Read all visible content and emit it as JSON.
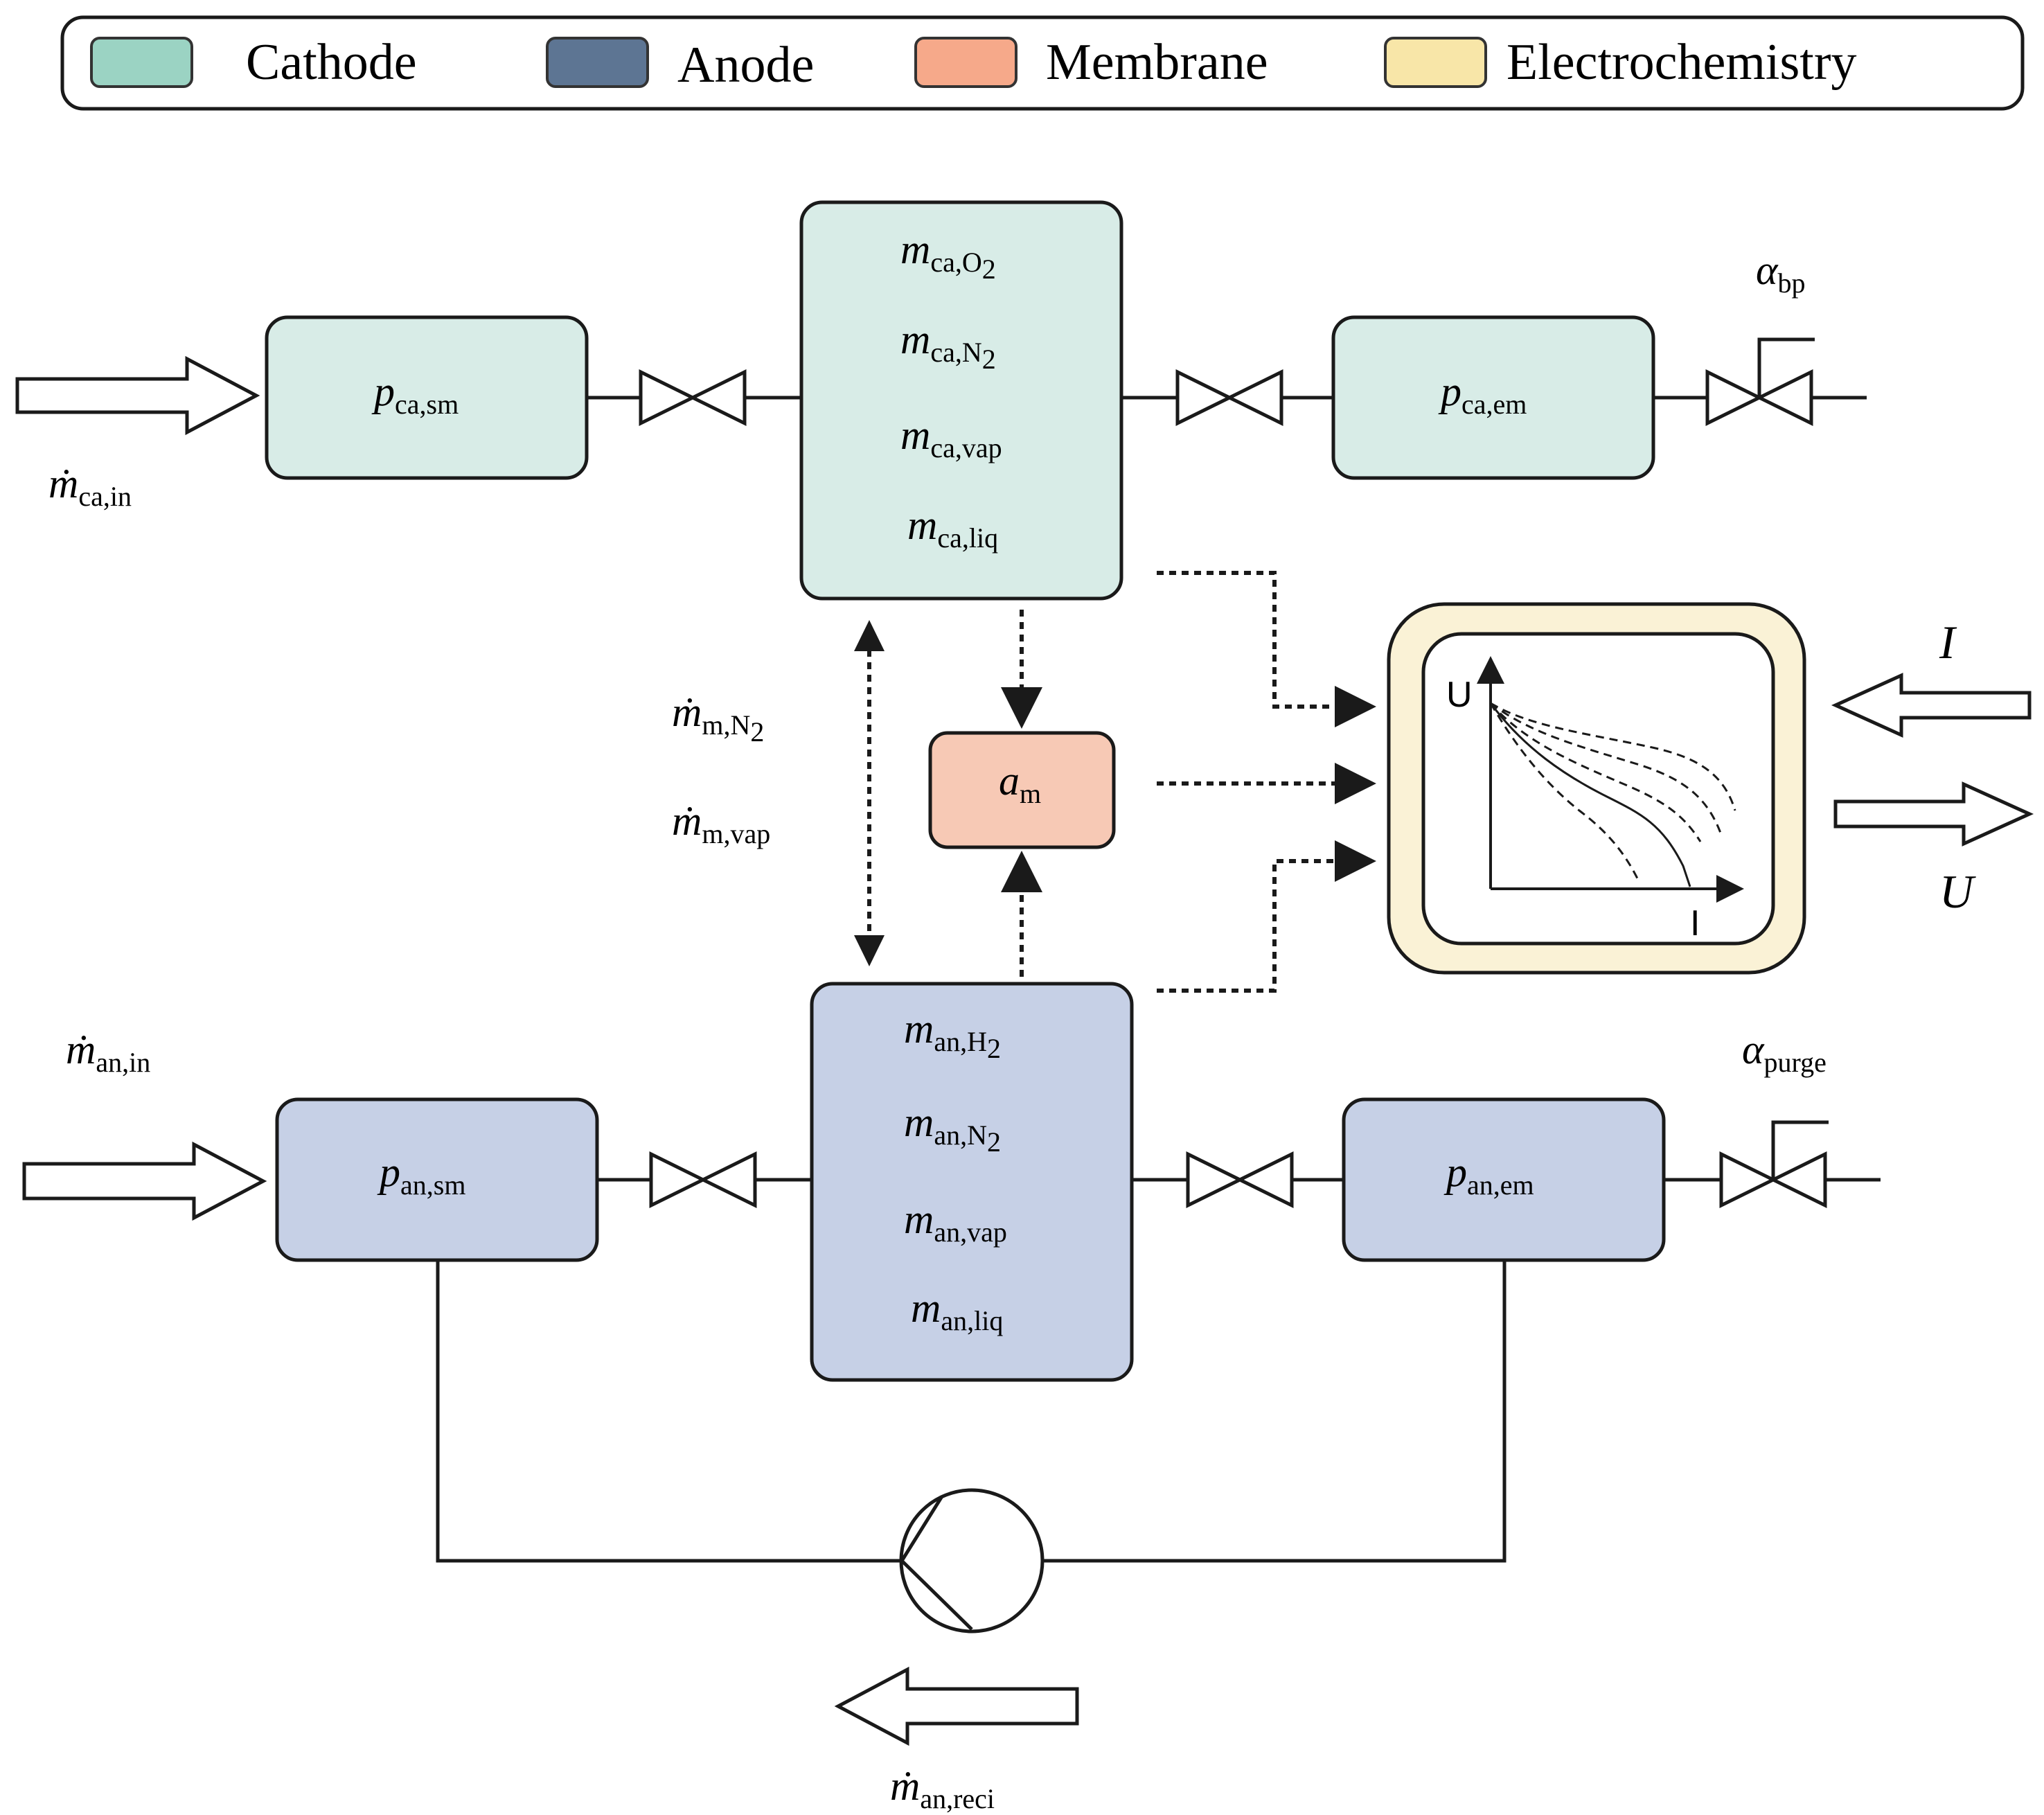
{
  "colors": {
    "cathode": "#d8ece7",
    "anode": "#c6d0e6",
    "membrane": "#f7c9b5",
    "electrochemistry": "#faf2d6",
    "cathode_swatch": "#9bd3c3",
    "anode_swatch": "#5d7593",
    "membrane_swatch": "#f6a98a",
    "electro_swatch": "#f8e6a8",
    "line": "#1a1a1a"
  },
  "legend": {
    "cathode": "Cathode",
    "anode": "Anode",
    "membrane": "Membrane",
    "electrochemistry": "Electrochemistry"
  },
  "cathode": {
    "supply_manifold": {
      "main": "p",
      "sub": "ca,sm"
    },
    "exhaust_manifold": {
      "main": "p",
      "sub": "ca,em"
    },
    "inflow": {
      "main": "ṁ",
      "sub": "ca,in"
    },
    "valve": {
      "main": "α",
      "sub": "bp"
    },
    "states": [
      {
        "main": "m",
        "sub": "ca,O",
        "sub2": "2"
      },
      {
        "main": "m",
        "sub": "ca,N",
        "sub2": "2"
      },
      {
        "main": "m",
        "sub": "ca,vap",
        "sub2": ""
      },
      {
        "main": "m",
        "sub": "ca,liq",
        "sub2": ""
      }
    ]
  },
  "membrane": {
    "state": {
      "main": "a",
      "sub": "m"
    },
    "flows": [
      {
        "main": "ṁ",
        "sub": "m,N",
        "sub2": "2"
      },
      {
        "main": "ṁ",
        "sub": "m,vap",
        "sub2": ""
      }
    ]
  },
  "anode": {
    "supply_manifold": {
      "main": "p",
      "sub": "an,sm"
    },
    "exhaust_manifold": {
      "main": "p",
      "sub": "an,em"
    },
    "inflow": {
      "main": "ṁ",
      "sub": "an,in"
    },
    "valve": {
      "main": "α",
      "sub": "purge"
    },
    "recirculation": {
      "main": "ṁ",
      "sub": "an,reci"
    },
    "states": [
      {
        "main": "m",
        "sub": "an,H",
        "sub2": "2"
      },
      {
        "main": "m",
        "sub": "an,N",
        "sub2": "2"
      },
      {
        "main": "m",
        "sub": "an,vap",
        "sub2": ""
      },
      {
        "main": "m",
        "sub": "an,liq",
        "sub2": ""
      }
    ]
  },
  "electrochemistry": {
    "axis_y": "U",
    "axis_x": "I",
    "input": "I",
    "output": "U"
  }
}
